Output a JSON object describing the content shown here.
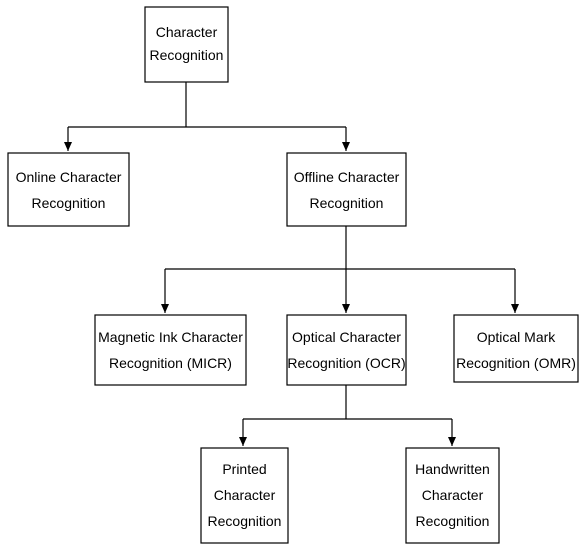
{
  "diagram": {
    "type": "tree",
    "nodes": [
      {
        "id": "root",
        "lines": [
          "Character",
          "Recognition"
        ]
      },
      {
        "id": "online",
        "lines": [
          "Online Character",
          "Recognition"
        ]
      },
      {
        "id": "offline",
        "lines": [
          "Offline Character",
          "Recognition"
        ]
      },
      {
        "id": "micr",
        "lines": [
          "Magnetic Ink Character",
          "Recognition (MICR)"
        ]
      },
      {
        "id": "ocr",
        "lines": [
          "Optical Character",
          "Recognition (OCR)"
        ]
      },
      {
        "id": "omr",
        "lines": [
          "Optical Mark",
          "Recognition (OMR)"
        ]
      },
      {
        "id": "printed",
        "lines": [
          "Printed",
          "Character",
          "Recognition"
        ]
      },
      {
        "id": "handwritten",
        "lines": [
          "Handwritten",
          "Character",
          "Recognition"
        ]
      }
    ],
    "edges": [
      {
        "from": "root",
        "to": "online"
      },
      {
        "from": "root",
        "to": "offline"
      },
      {
        "from": "offline",
        "to": "micr"
      },
      {
        "from": "offline",
        "to": "ocr"
      },
      {
        "from": "offline",
        "to": "omr"
      },
      {
        "from": "ocr",
        "to": "printed"
      },
      {
        "from": "ocr",
        "to": "handwritten"
      }
    ]
  }
}
